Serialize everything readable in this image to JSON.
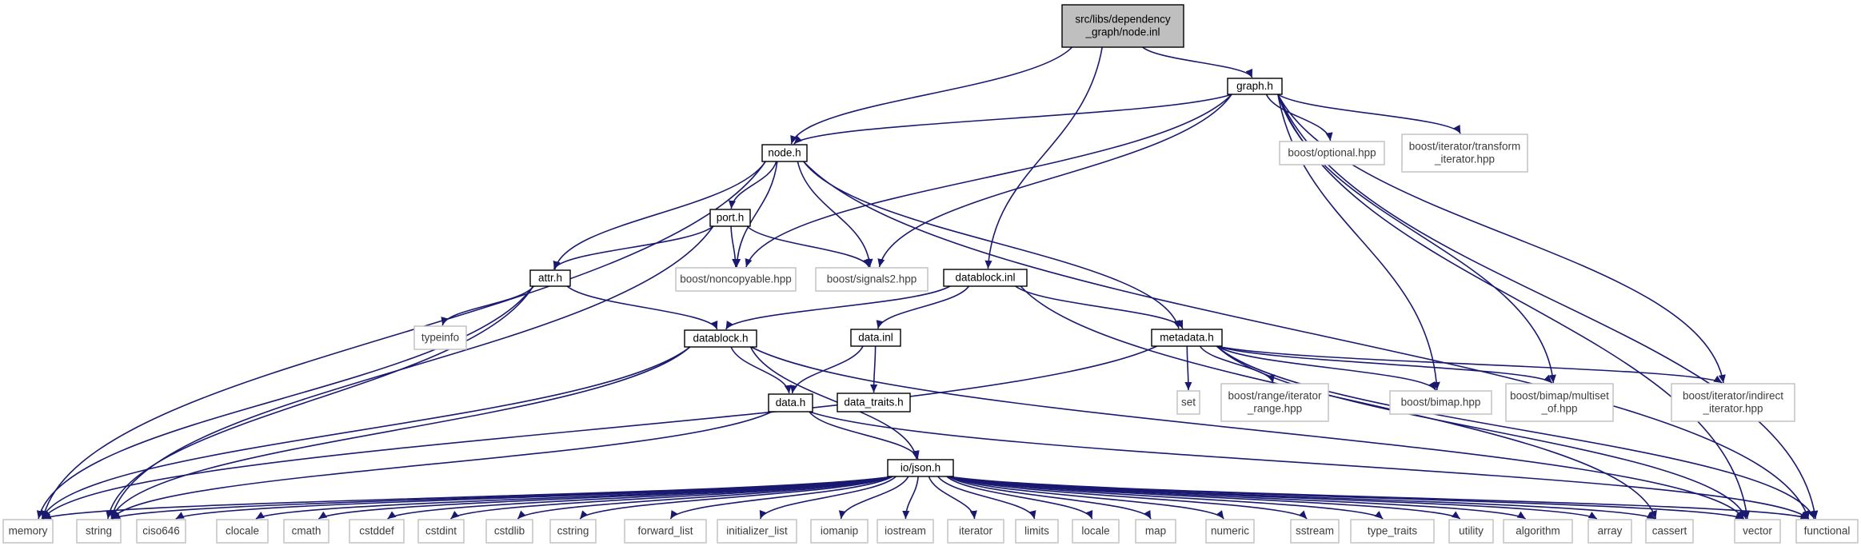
{
  "title": "src/libs/dependency_graph/node.inl",
  "colors": {
    "edge": "#191970",
    "root_fill": "#bfbfbf",
    "local_border": "#000000",
    "external_border": "#bfbfbf"
  },
  "nodes": [
    {
      "id": "root",
      "lines": [
        "src/libs/dependency",
        "_graph/node.inl"
      ],
      "kind": "root"
    },
    {
      "id": "graph_h",
      "lines": [
        "graph.h"
      ],
      "kind": "local"
    },
    {
      "id": "node_h",
      "lines": [
        "node.h"
      ],
      "kind": "local"
    },
    {
      "id": "boost_optional",
      "lines": [
        "boost/optional.hpp"
      ],
      "kind": "external"
    },
    {
      "id": "boost_transform_iterator",
      "lines": [
        "boost/iterator/transform",
        "_iterator.hpp"
      ],
      "kind": "external"
    },
    {
      "id": "port_h",
      "lines": [
        "port.h"
      ],
      "kind": "local"
    },
    {
      "id": "boost_noncopyable",
      "lines": [
        "boost/noncopyable.hpp"
      ],
      "kind": "external"
    },
    {
      "id": "boost_signals2",
      "lines": [
        "boost/signals2.hpp"
      ],
      "kind": "external"
    },
    {
      "id": "datablock_inl",
      "lines": [
        "datablock.inl"
      ],
      "kind": "local"
    },
    {
      "id": "attr_h",
      "lines": [
        "attr.h"
      ],
      "kind": "local"
    },
    {
      "id": "typeinfo",
      "lines": [
        "typeinfo"
      ],
      "kind": "external"
    },
    {
      "id": "datablock_h",
      "lines": [
        "datablock.h"
      ],
      "kind": "local"
    },
    {
      "id": "data_inl",
      "lines": [
        "data.inl"
      ],
      "kind": "local"
    },
    {
      "id": "metadata_h",
      "lines": [
        "metadata.h"
      ],
      "kind": "local"
    },
    {
      "id": "data_traits_h",
      "lines": [
        "data_traits.h"
      ],
      "kind": "local"
    },
    {
      "id": "data_h",
      "lines": [
        "data.h"
      ],
      "kind": "local"
    },
    {
      "id": "set",
      "lines": [
        "set"
      ],
      "kind": "external"
    },
    {
      "id": "boost_range_iterator",
      "lines": [
        "boost/range/iterator",
        "_range.hpp"
      ],
      "kind": "external"
    },
    {
      "id": "boost_bimap",
      "lines": [
        "boost/bimap.hpp"
      ],
      "kind": "external"
    },
    {
      "id": "boost_bimap_multiset",
      "lines": [
        "boost/bimap/multiset",
        "_of.hpp"
      ],
      "kind": "external"
    },
    {
      "id": "boost_indirect_iterator",
      "lines": [
        "boost/iterator/indirect",
        "_iterator.hpp"
      ],
      "kind": "external"
    },
    {
      "id": "io_json_h",
      "lines": [
        "io/json.h"
      ],
      "kind": "local"
    },
    {
      "id": "memory",
      "lines": [
        "memory"
      ],
      "kind": "external"
    },
    {
      "id": "string",
      "lines": [
        "string"
      ],
      "kind": "external"
    },
    {
      "id": "ciso646",
      "lines": [
        "ciso646"
      ],
      "kind": "external"
    },
    {
      "id": "clocale",
      "lines": [
        "clocale"
      ],
      "kind": "external"
    },
    {
      "id": "cmath",
      "lines": [
        "cmath"
      ],
      "kind": "external"
    },
    {
      "id": "cstddef",
      "lines": [
        "cstddef"
      ],
      "kind": "external"
    },
    {
      "id": "cstdint",
      "lines": [
        "cstdint"
      ],
      "kind": "external"
    },
    {
      "id": "cstdlib",
      "lines": [
        "cstdlib"
      ],
      "kind": "external"
    },
    {
      "id": "cstring",
      "lines": [
        "cstring"
      ],
      "kind": "external"
    },
    {
      "id": "forward_list",
      "lines": [
        "forward_list"
      ],
      "kind": "external"
    },
    {
      "id": "initializer_list",
      "lines": [
        "initializer_list"
      ],
      "kind": "external"
    },
    {
      "id": "iomanip",
      "lines": [
        "iomanip"
      ],
      "kind": "external"
    },
    {
      "id": "iostream",
      "lines": [
        "iostream"
      ],
      "kind": "external"
    },
    {
      "id": "iterator",
      "lines": [
        "iterator"
      ],
      "kind": "external"
    },
    {
      "id": "limits",
      "lines": [
        "limits"
      ],
      "kind": "external"
    },
    {
      "id": "locale",
      "lines": [
        "locale"
      ],
      "kind": "external"
    },
    {
      "id": "map",
      "lines": [
        "map"
      ],
      "kind": "external"
    },
    {
      "id": "numeric",
      "lines": [
        "numeric"
      ],
      "kind": "external"
    },
    {
      "id": "sstream",
      "lines": [
        "sstream"
      ],
      "kind": "external"
    },
    {
      "id": "type_traits",
      "lines": [
        "type_traits"
      ],
      "kind": "external"
    },
    {
      "id": "utility",
      "lines": [
        "utility"
      ],
      "kind": "external"
    },
    {
      "id": "algorithm",
      "lines": [
        "algorithm"
      ],
      "kind": "external"
    },
    {
      "id": "array",
      "lines": [
        "array"
      ],
      "kind": "external"
    },
    {
      "id": "cassert",
      "lines": [
        "cassert"
      ],
      "kind": "external"
    },
    {
      "id": "vector",
      "lines": [
        "vector"
      ],
      "kind": "external"
    },
    {
      "id": "functional",
      "lines": [
        "functional"
      ],
      "kind": "external"
    }
  ],
  "edges": [
    [
      "root",
      "node_h"
    ],
    [
      "root",
      "graph_h"
    ],
    [
      "root",
      "datablock_inl"
    ],
    [
      "graph_h",
      "node_h"
    ],
    [
      "graph_h",
      "boost_optional"
    ],
    [
      "graph_h",
      "boost_transform_iterator"
    ],
    [
      "graph_h",
      "boost_noncopyable"
    ],
    [
      "graph_h",
      "boost_signals2"
    ],
    [
      "graph_h",
      "boost_bimap"
    ],
    [
      "graph_h",
      "boost_bimap_multiset"
    ],
    [
      "graph_h",
      "boost_indirect_iterator"
    ],
    [
      "graph_h",
      "functional"
    ],
    [
      "graph_h",
      "vector"
    ],
    [
      "node_h",
      "port_h"
    ],
    [
      "node_h",
      "attr_h"
    ],
    [
      "node_h",
      "boost_noncopyable"
    ],
    [
      "node_h",
      "boost_signals2"
    ],
    [
      "node_h",
      "metadata_h"
    ],
    [
      "node_h",
      "memory"
    ],
    [
      "node_h",
      "functional"
    ],
    [
      "port_h",
      "attr_h"
    ],
    [
      "port_h",
      "boost_noncopyable"
    ],
    [
      "port_h",
      "boost_signals2"
    ],
    [
      "port_h",
      "string"
    ],
    [
      "attr_h",
      "typeinfo"
    ],
    [
      "attr_h",
      "datablock_h"
    ],
    [
      "attr_h",
      "memory"
    ],
    [
      "attr_h",
      "string"
    ],
    [
      "datablock_inl",
      "datablock_h"
    ],
    [
      "datablock_inl",
      "data_inl"
    ],
    [
      "datablock_inl",
      "metadata_h"
    ],
    [
      "datablock_inl",
      "cassert"
    ],
    [
      "datablock_h",
      "data_h"
    ],
    [
      "datablock_h",
      "io_json_h"
    ],
    [
      "datablock_h",
      "memory"
    ],
    [
      "datablock_h",
      "string"
    ],
    [
      "datablock_h",
      "vector"
    ],
    [
      "data_inl",
      "data_h"
    ],
    [
      "data_inl",
      "data_traits_h"
    ],
    [
      "data_h",
      "io_json_h"
    ],
    [
      "data_h",
      "string"
    ],
    [
      "data_h",
      "functional"
    ],
    [
      "metadata_h",
      "set"
    ],
    [
      "metadata_h",
      "boost_range_iterator"
    ],
    [
      "metadata_h",
      "boost_bimap"
    ],
    [
      "metadata_h",
      "boost_bimap_multiset"
    ],
    [
      "metadata_h",
      "boost_indirect_iterator"
    ],
    [
      "metadata_h",
      "memory"
    ],
    [
      "metadata_h",
      "vector"
    ],
    [
      "metadata_h",
      "functional"
    ],
    [
      "io_json_h",
      "memory"
    ],
    [
      "io_json_h",
      "string"
    ],
    [
      "io_json_h",
      "ciso646"
    ],
    [
      "io_json_h",
      "clocale"
    ],
    [
      "io_json_h",
      "cmath"
    ],
    [
      "io_json_h",
      "cstddef"
    ],
    [
      "io_json_h",
      "cstdint"
    ],
    [
      "io_json_h",
      "cstdlib"
    ],
    [
      "io_json_h",
      "cstring"
    ],
    [
      "io_json_h",
      "forward_list"
    ],
    [
      "io_json_h",
      "initializer_list"
    ],
    [
      "io_json_h",
      "iomanip"
    ],
    [
      "io_json_h",
      "iostream"
    ],
    [
      "io_json_h",
      "iterator"
    ],
    [
      "io_json_h",
      "limits"
    ],
    [
      "io_json_h",
      "locale"
    ],
    [
      "io_json_h",
      "map"
    ],
    [
      "io_json_h",
      "numeric"
    ],
    [
      "io_json_h",
      "sstream"
    ],
    [
      "io_json_h",
      "type_traits"
    ],
    [
      "io_json_h",
      "utility"
    ],
    [
      "io_json_h",
      "algorithm"
    ],
    [
      "io_json_h",
      "array"
    ],
    [
      "io_json_h",
      "cassert"
    ],
    [
      "io_json_h",
      "vector"
    ],
    [
      "io_json_h",
      "functional"
    ]
  ]
}
